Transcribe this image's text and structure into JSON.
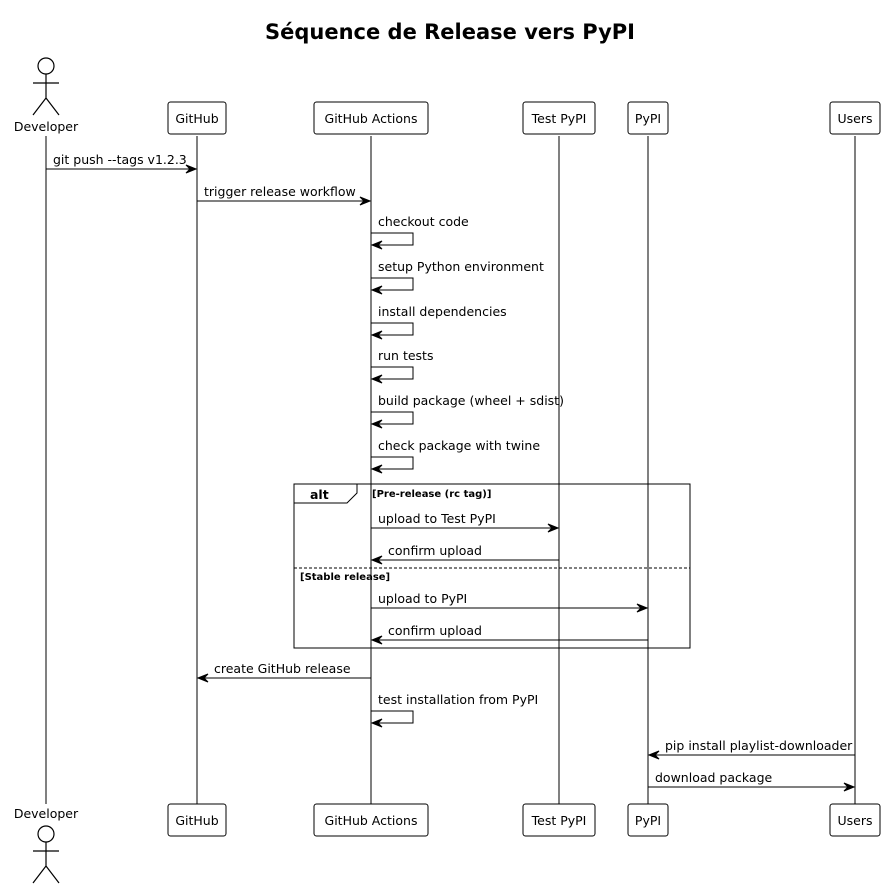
{
  "title": "Séquence de Release vers PyPI",
  "participants": [
    {
      "id": "developer",
      "label": "Developer",
      "kind": "actor"
    },
    {
      "id": "github",
      "label": "GitHub",
      "kind": "box"
    },
    {
      "id": "actions",
      "label": "GitHub Actions",
      "kind": "box"
    },
    {
      "id": "testpypi",
      "label": "Test PyPI",
      "kind": "box"
    },
    {
      "id": "pypi",
      "label": "PyPI",
      "kind": "box"
    },
    {
      "id": "users",
      "label": "Users",
      "kind": "box"
    }
  ],
  "messages": [
    {
      "from": "developer",
      "to": "github",
      "label": "git push --tags v1.2.3"
    },
    {
      "from": "github",
      "to": "actions",
      "label": "trigger release workflow"
    },
    {
      "from": "actions",
      "to": "actions",
      "label": "checkout code"
    },
    {
      "from": "actions",
      "to": "actions",
      "label": "setup Python environment"
    },
    {
      "from": "actions",
      "to": "actions",
      "label": "install dependencies"
    },
    {
      "from": "actions",
      "to": "actions",
      "label": "run tests"
    },
    {
      "from": "actions",
      "to": "actions",
      "label": "build package (wheel + sdist)"
    },
    {
      "from": "actions",
      "to": "actions",
      "label": "check package with twine"
    },
    {
      "from": "actions",
      "to": "testpypi",
      "label": "upload to Test PyPI"
    },
    {
      "from": "testpypi",
      "to": "actions",
      "label": "confirm upload"
    },
    {
      "from": "actions",
      "to": "pypi",
      "label": "upload to PyPI"
    },
    {
      "from": "pypi",
      "to": "actions",
      "label": "confirm upload"
    },
    {
      "from": "actions",
      "to": "github",
      "label": "create GitHub release"
    },
    {
      "from": "actions",
      "to": "actions",
      "label": "test installation from PyPI"
    },
    {
      "from": "users",
      "to": "pypi",
      "label": "pip install playlist-downloader"
    },
    {
      "from": "pypi",
      "to": "users",
      "label": "download package"
    }
  ],
  "alt_frame": {
    "keyword": "alt",
    "guard1": "[Pre-release (rc tag)]",
    "guard2": "[Stable release]"
  }
}
